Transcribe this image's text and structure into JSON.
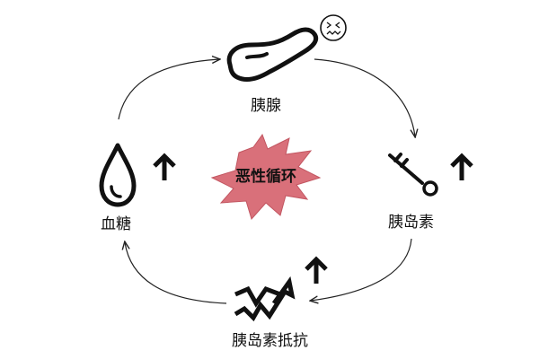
{
  "nodes": {
    "pancreas": {
      "label": "胰腺",
      "icon": "pancreas-icon"
    },
    "insulin": {
      "label": "胰岛素",
      "icon": "key-icon",
      "trend": "up-arrow-icon"
    },
    "resistance": {
      "label": "胰岛素抵抗",
      "icon": "zigzag-arrow-icon",
      "trend": "up-arrow-icon"
    },
    "blood_sugar": {
      "label": "血糖",
      "icon": "drop-icon",
      "trend": "up-arrow-icon"
    }
  },
  "center": {
    "label": "恶性循环",
    "icon": "burst-icon"
  },
  "face": {
    "icon": "distressed-face-icon"
  },
  "colors": {
    "burst_fill": "#d9707a",
    "ink": "#111111",
    "arrow_line": "#222222"
  }
}
